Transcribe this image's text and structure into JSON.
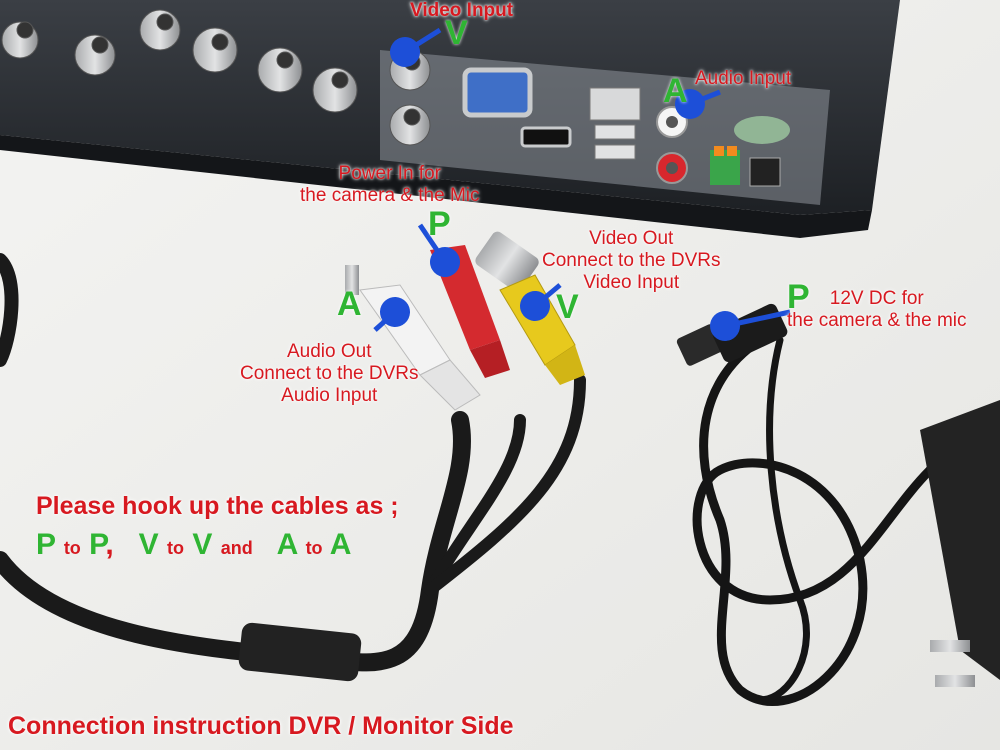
{
  "labels": {
    "video_input_top": "Video Input",
    "audio_input_top": "Audio Input",
    "power_in": [
      "Power In for",
      "the camera & the Mic"
    ],
    "video_out": [
      "Video Out",
      "Connect to the DVRs",
      "Video Input"
    ],
    "audio_out": [
      "Audio Out",
      "Connect to the DVRs",
      "Audio Input"
    ],
    "dc_12v": [
      "12V DC for",
      "the camera & the mic"
    ],
    "hookup_line1": "Please hook up the cables as ;",
    "hookup_line2": {
      "p1": "P",
      "to1": "to",
      "p2": "P",
      "comma": ",",
      "v1": "V",
      "to2": "to",
      "v2": "V",
      "and": "and",
      "a1": "A",
      "to3": "to",
      "a2": "A"
    },
    "footer": "Connection instruction DVR / Monitor Side"
  },
  "letters": {
    "v_top": "V",
    "a_top": "A",
    "p_plug": "P",
    "v_plug": "V",
    "a_plug": "A",
    "p_adapter": "P"
  },
  "colors": {
    "label_red": "#d71920",
    "letter_green": "#2fb533",
    "arrow_blue": "#1d4fd8"
  }
}
